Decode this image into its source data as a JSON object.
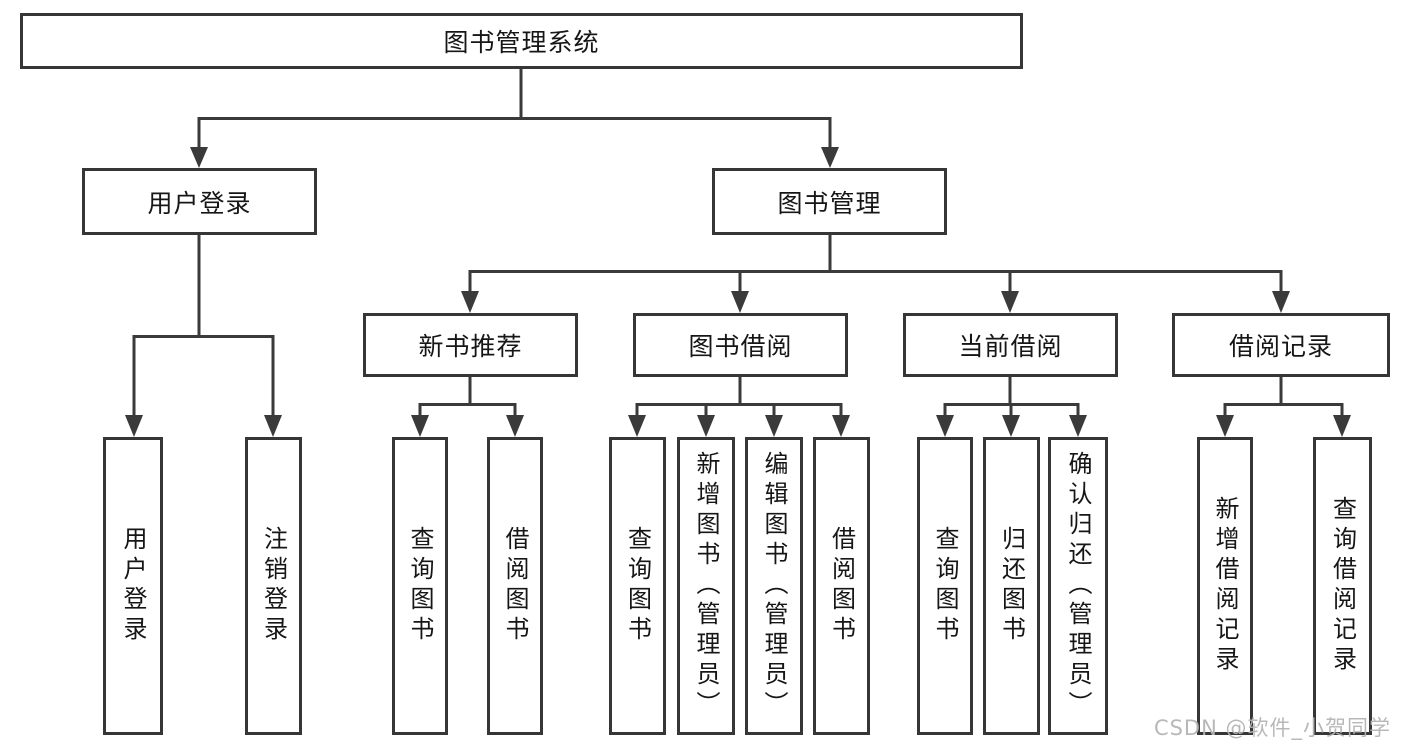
{
  "colors": {
    "line": "#3a3a3a",
    "box_border": "#363636",
    "text": "#161616",
    "watermark": "#b5b5b5",
    "background": "#ffffff"
  },
  "watermark": {
    "text": "CSDN @软件_小贺同学"
  },
  "tree": {
    "root": {
      "label": "图书管理系统"
    },
    "level2": [
      {
        "label": "用户登录"
      },
      {
        "label": "图书管理"
      }
    ],
    "level3": [
      {
        "label": "新书推荐",
        "parent": "图书管理"
      },
      {
        "label": "图书借阅",
        "parent": "图书管理"
      },
      {
        "label": "当前借阅",
        "parent": "图书管理"
      },
      {
        "label": "借阅记录",
        "parent": "图书管理"
      }
    ],
    "leaves": {
      "user_login": [
        {
          "label": "用户登录"
        },
        {
          "label": "注销登录"
        }
      ],
      "new_book": [
        {
          "label": "查询图书"
        },
        {
          "label": "借阅图书"
        }
      ],
      "book_borrow": [
        {
          "label": "查询图书"
        },
        {
          "label": "新增图书（管理员）"
        },
        {
          "label": "编辑图书（管理员）"
        },
        {
          "label": "借阅图书"
        }
      ],
      "current_borrow": [
        {
          "label": "查询图书"
        },
        {
          "label": "归还图书"
        },
        {
          "label": "确认归还（管理员）"
        }
      ],
      "borrow_record": [
        {
          "label": "新增借阅记录"
        },
        {
          "label": "查询借阅记录"
        }
      ]
    }
  }
}
